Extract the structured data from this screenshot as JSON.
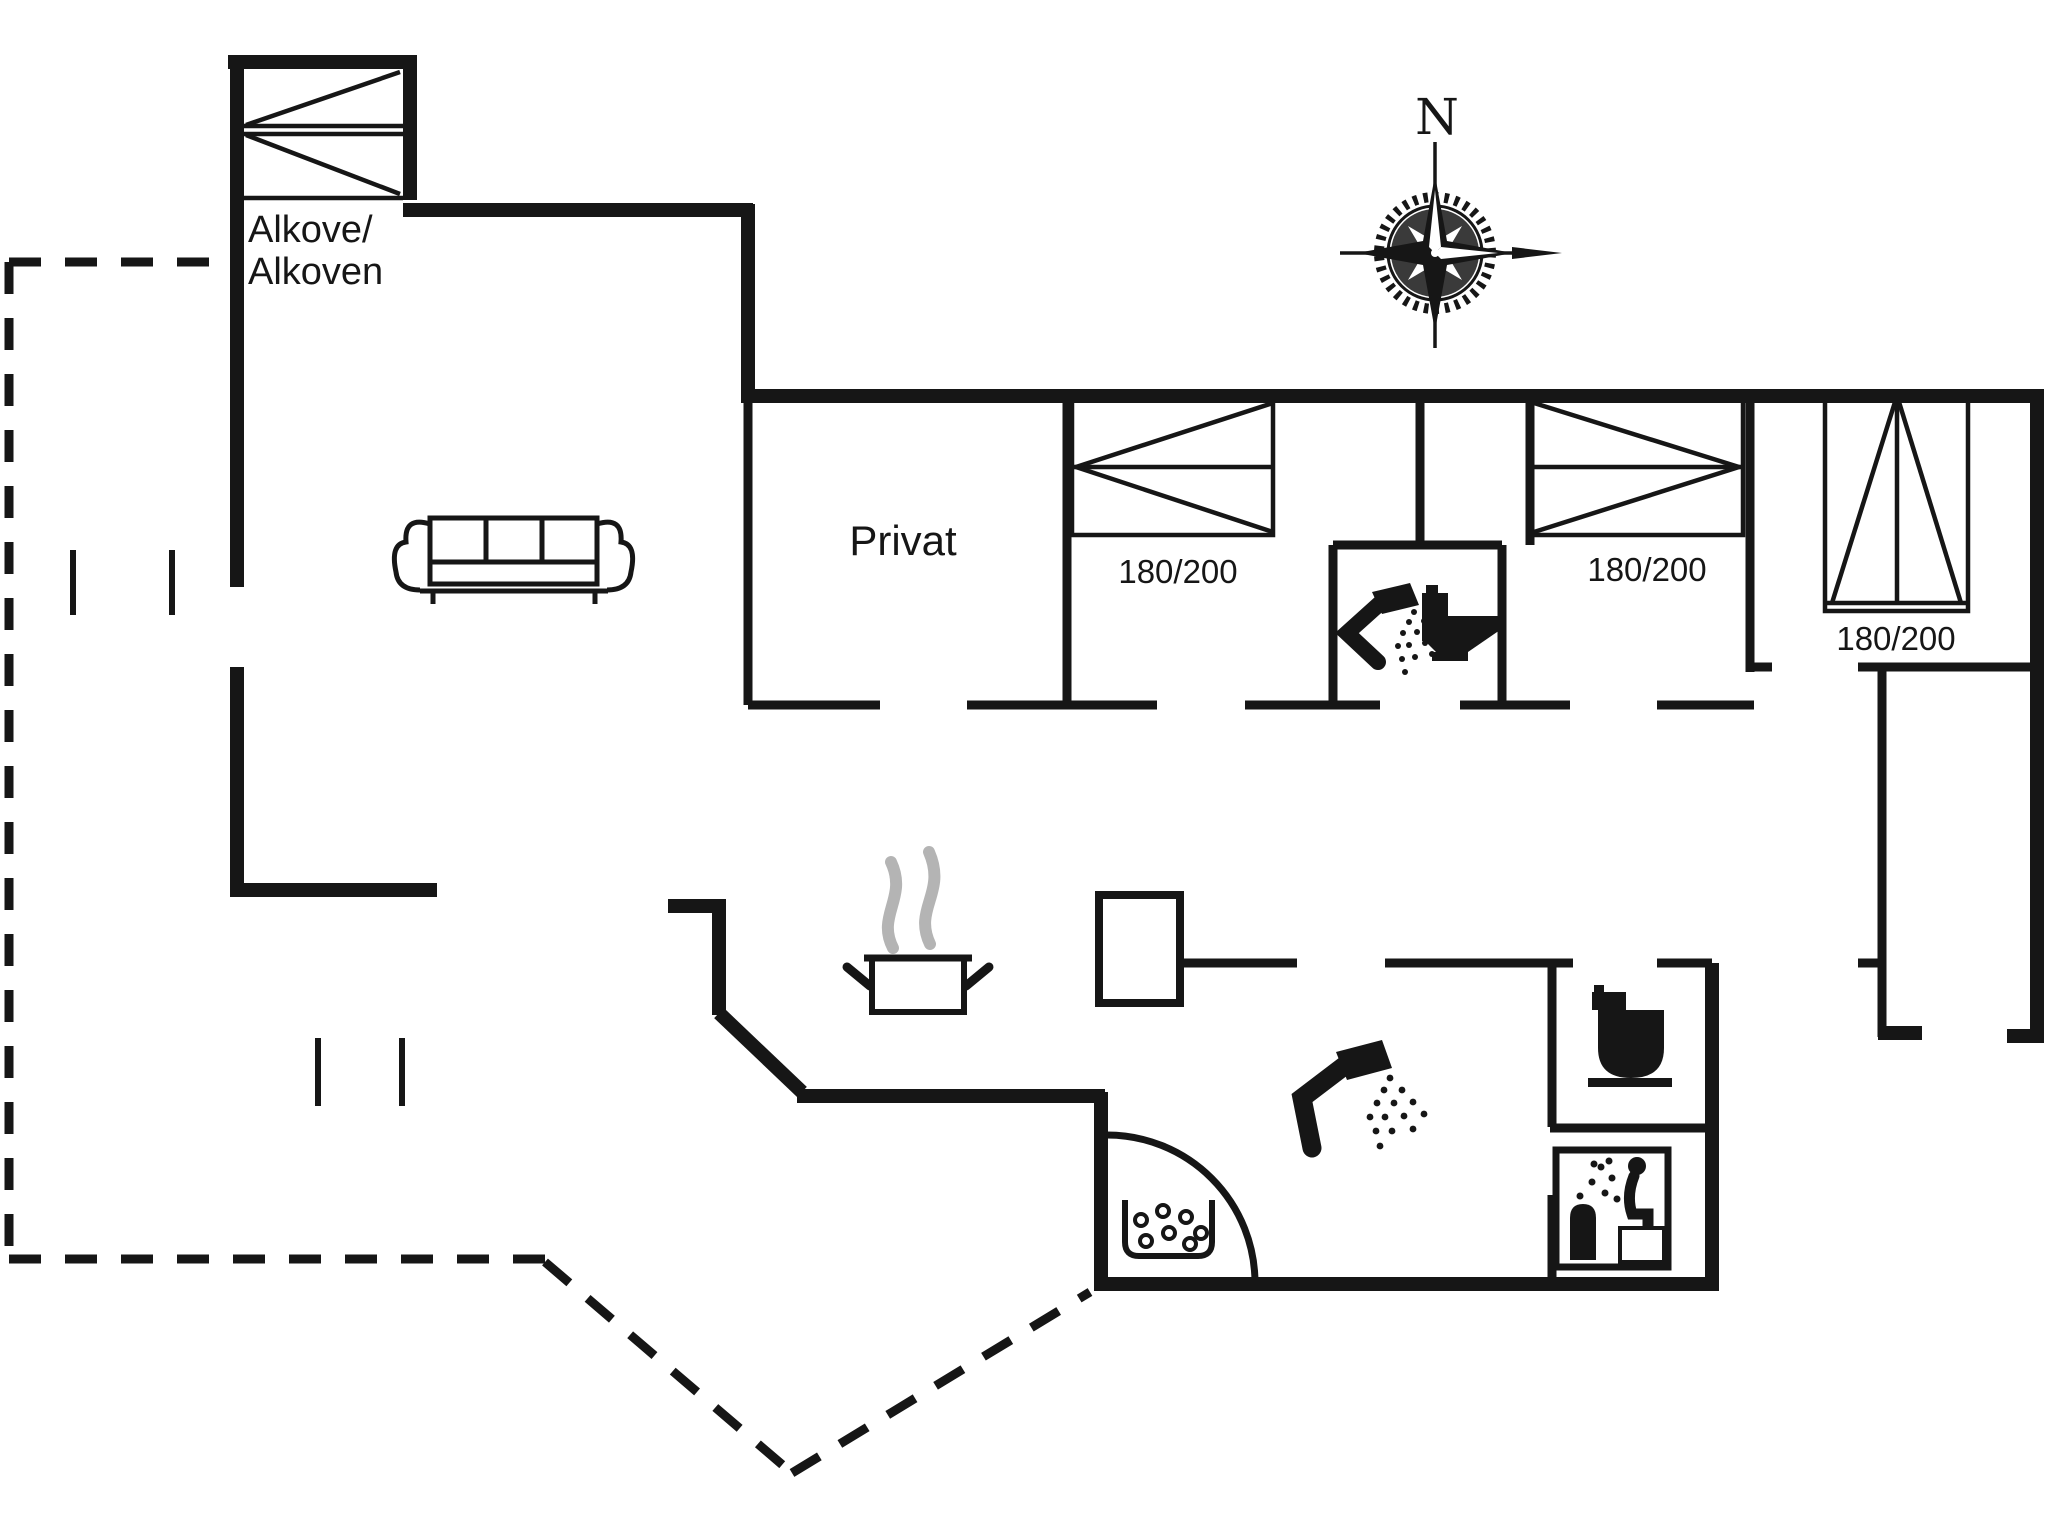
{
  "meta": {
    "type": "floor-plan",
    "background": "#ffffff",
    "ink": "#161616",
    "steam_gray": "#b4b4b4",
    "compass_disc": "#3a3a3a"
  },
  "labels": {
    "alcove_line1": "Alkove/",
    "alcove_line2": "Alkoven",
    "private_room": "Privat",
    "compass_north": "N"
  },
  "beds": [
    {
      "size": "180/200"
    },
    {
      "size": "180/200"
    },
    {
      "size": "180/200"
    }
  ],
  "icons": [
    "compass-rose-icon",
    "alcove-bunk-bed-icon",
    "sofa-icon",
    "double-bed-icon",
    "single-bed-icon",
    "cooking-pot-icon",
    "steam-icon",
    "shower-icon",
    "toilet-icon",
    "sauna-icon",
    "soap-bubbles-icon",
    "door-swing-arc",
    "terrace-dashed-boundary"
  ]
}
